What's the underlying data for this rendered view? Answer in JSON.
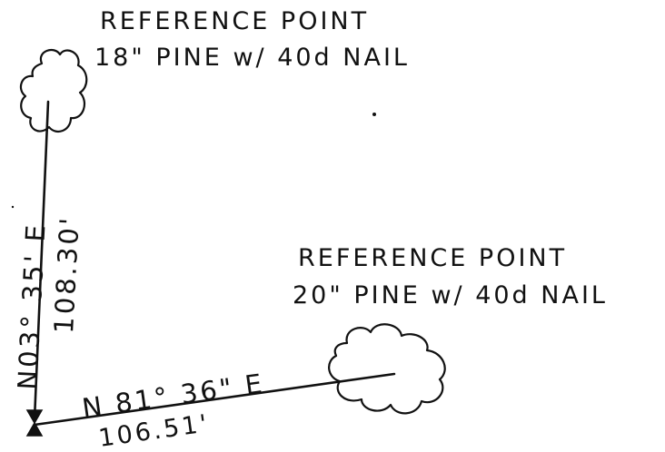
{
  "reference_point_1": {
    "title": "REFERENCE POINT",
    "description": "18\" PINE w/ 40d NAIL"
  },
  "reference_point_2": {
    "title": "REFERENCE POINT",
    "description": "20\" PINE w/ 40d NAIL"
  },
  "vertical_course": {
    "bearing": "N03° 35' E",
    "distance": "108.30'"
  },
  "horizontal_course": {
    "bearing": "N 81° 36\" E",
    "distance": "106.51'"
  },
  "ink_color": "#111111"
}
